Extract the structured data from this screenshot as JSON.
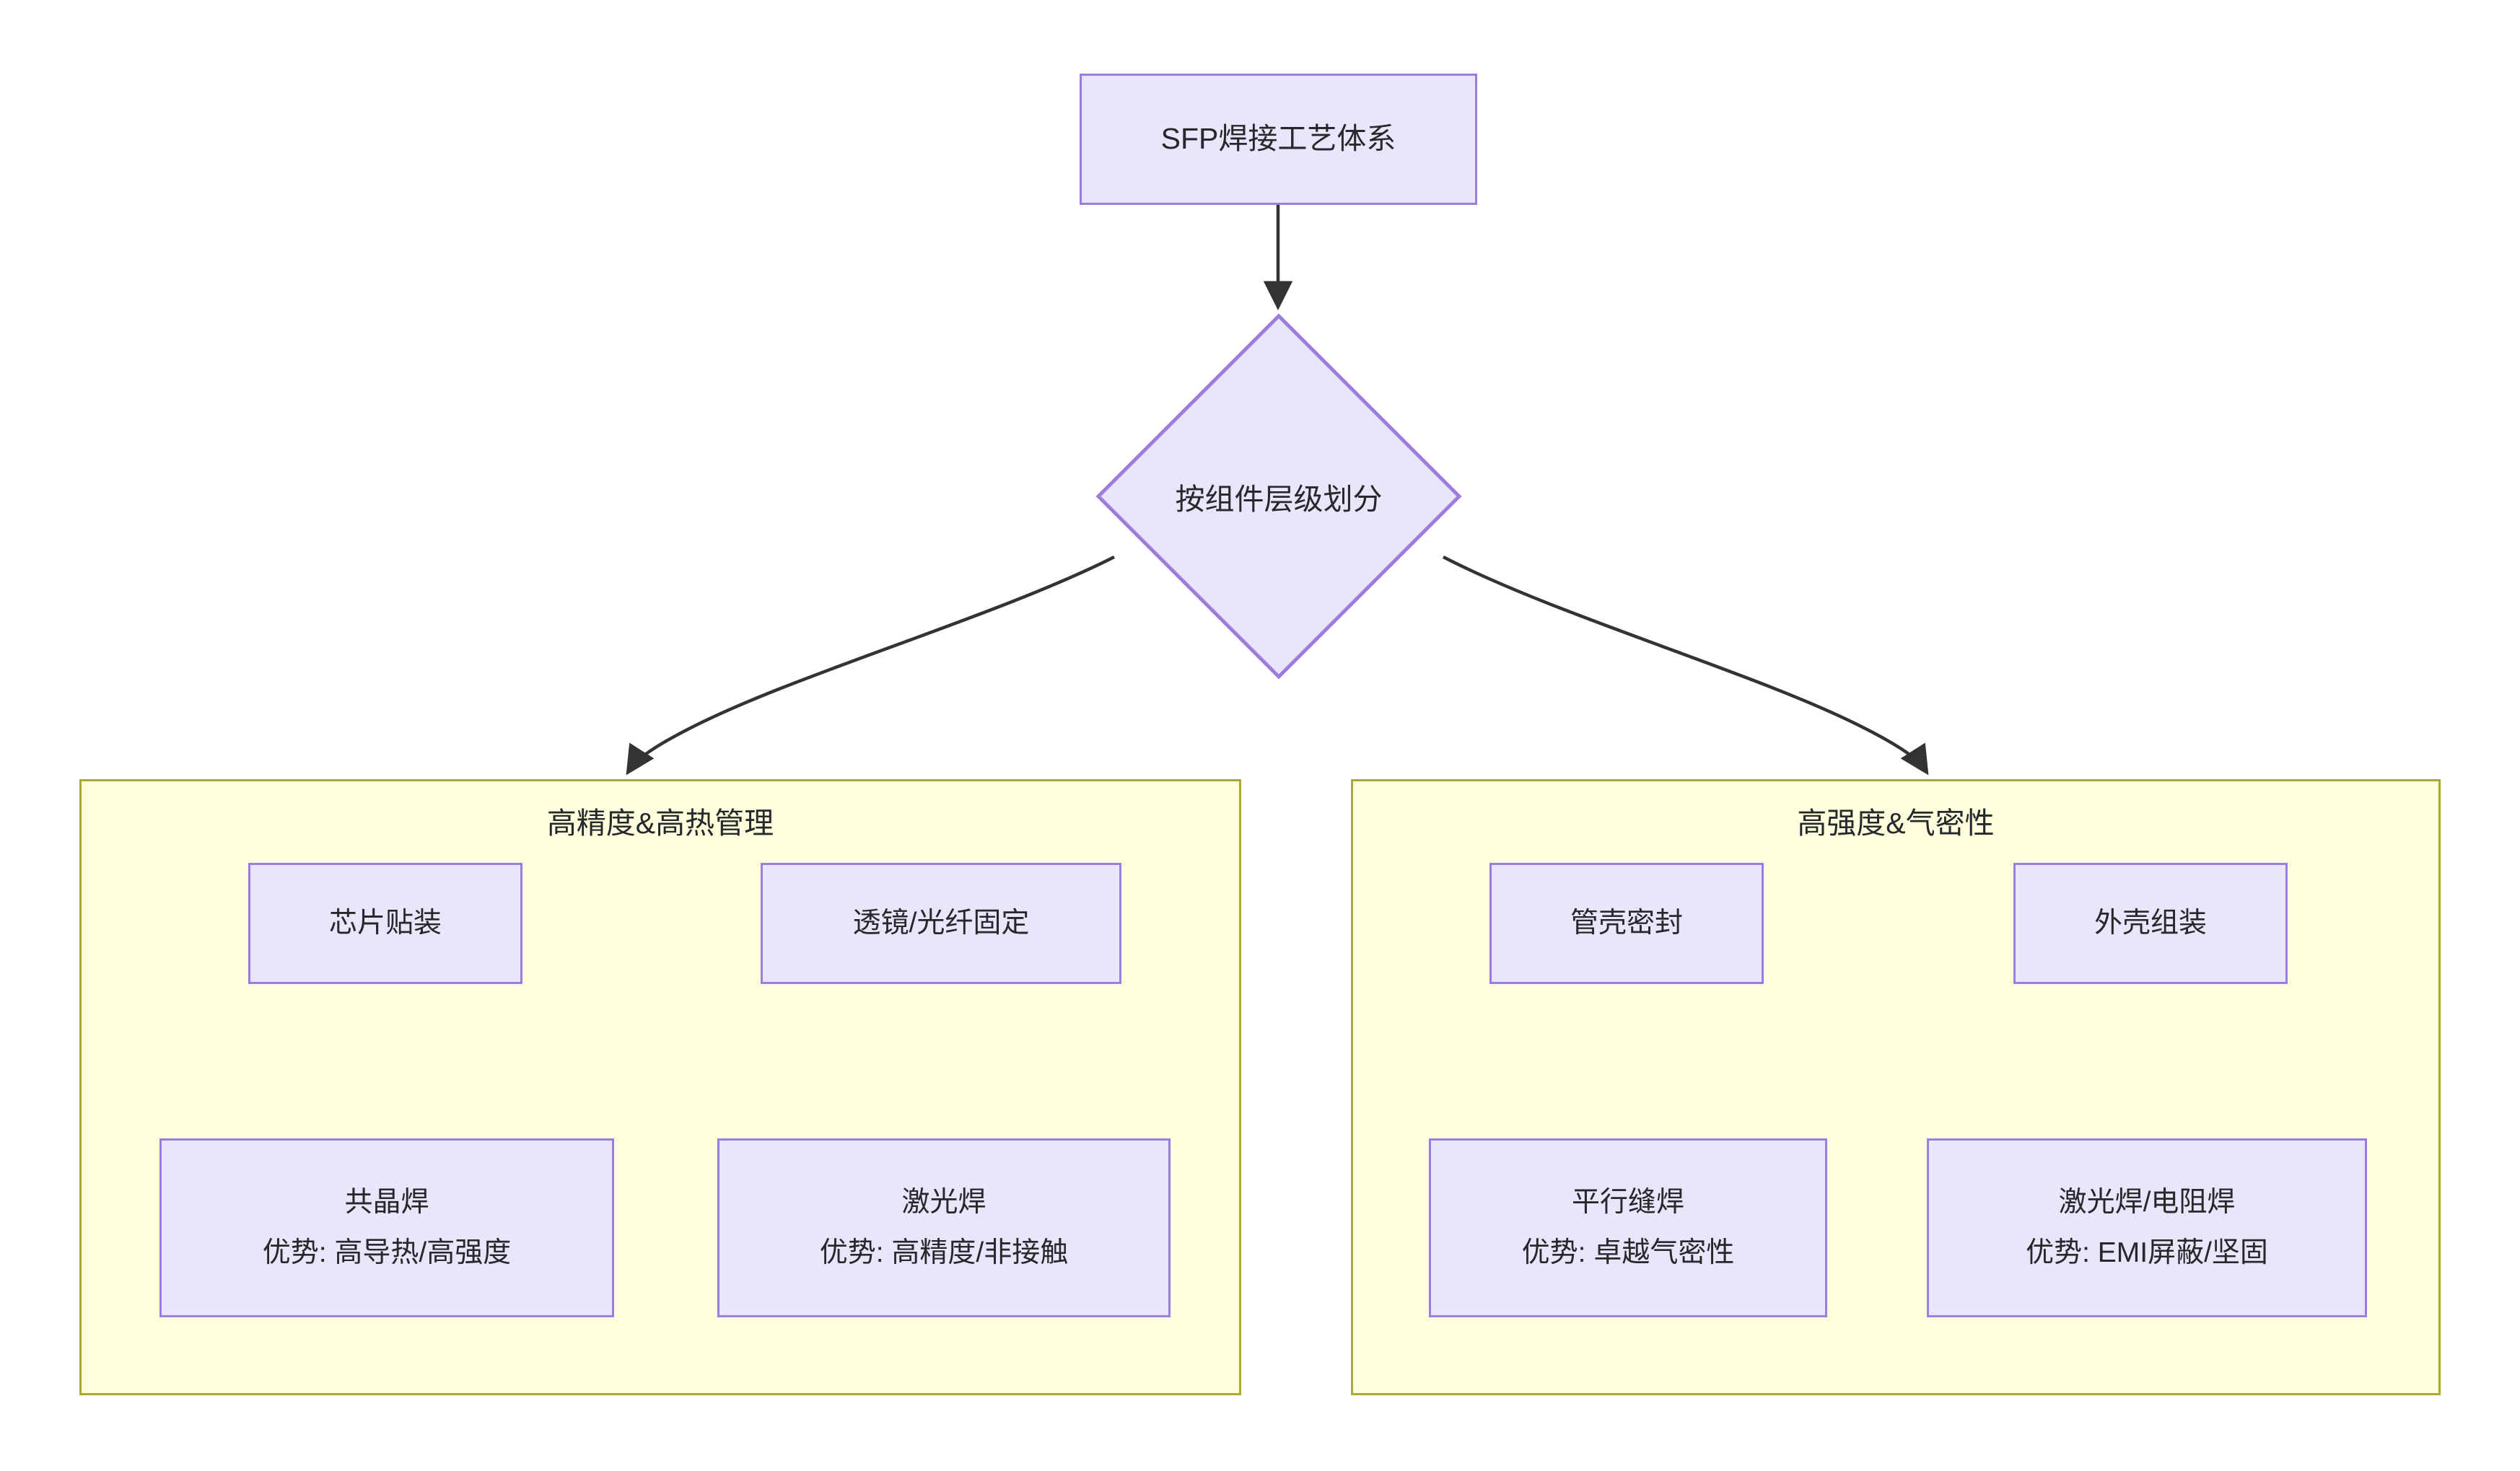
{
  "diagram": {
    "type": "flowchart",
    "direction": "top-down",
    "colors": {
      "node_fill": "#e9e5fb",
      "node_border": "#9a7ede",
      "cluster_fill": "#ffffde",
      "cluster_border": "#aaaa33",
      "edge": "#333333",
      "text": "#26292b",
      "background": "#ffffff"
    },
    "root": {
      "label": "SFP焊接工艺体系",
      "shape": "rectangle"
    },
    "decision": {
      "label": "按组件层级划分",
      "shape": "diamond"
    },
    "clusters": [
      {
        "id": "left",
        "title": "高精度&高热管理",
        "nodes": [
          {
            "id": "chip",
            "lines": [
              "芯片贴装"
            ]
          },
          {
            "id": "lens",
            "lines": [
              "透镜/光纤固定"
            ]
          },
          {
            "id": "eutectic",
            "lines": [
              "共晶焊",
              "优势: 高导热/高强度"
            ]
          },
          {
            "id": "laser",
            "lines": [
              "激光焊",
              "优势: 高精度/非接触"
            ]
          }
        ]
      },
      {
        "id": "right",
        "title": "高强度&气密性",
        "nodes": [
          {
            "id": "package",
            "lines": [
              "管壳密封"
            ]
          },
          {
            "id": "shell",
            "lines": [
              "外壳组装"
            ]
          },
          {
            "id": "seamweld",
            "lines": [
              "平行缝焊",
              "优势: 卓越气密性"
            ]
          },
          {
            "id": "laserres",
            "lines": [
              "激光焊/电阻焊",
              "优势: EMI屏蔽/坚固"
            ]
          }
        ]
      }
    ],
    "edges": [
      {
        "from": "root",
        "to": "decision",
        "style": "straight-arrow"
      },
      {
        "from": "decision",
        "to": "left",
        "style": "curved-arrow"
      },
      {
        "from": "decision",
        "to": "right",
        "style": "curved-arrow"
      },
      {
        "from": "chip",
        "to": "eutectic",
        "style": "straight-arrow"
      },
      {
        "from": "lens",
        "to": "laser",
        "style": "straight-arrow"
      },
      {
        "from": "package",
        "to": "seamweld",
        "style": "straight-arrow"
      },
      {
        "from": "shell",
        "to": "laserres",
        "style": "straight-arrow"
      }
    ]
  }
}
